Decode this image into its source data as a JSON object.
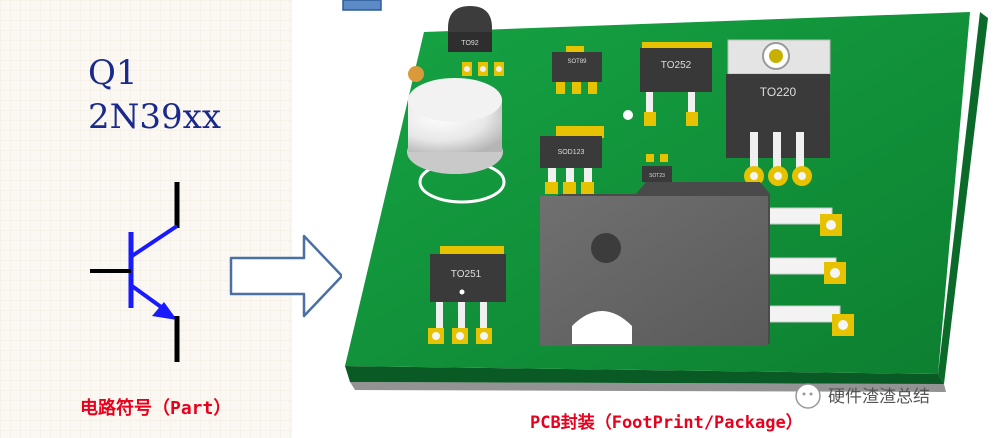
{
  "symbol": {
    "designator": "Q1",
    "part_number": "2N39xx",
    "caption": "电路符号（Part）"
  },
  "pcb": {
    "caption": "PCB封装（FootPrint/Package）",
    "packages": {
      "to92": "TO92",
      "sot89": "SOT89",
      "to252_small": "TO252",
      "to220": "TO220",
      "sot23": "SOT23",
      "sod": "SOD123",
      "to251": "TO251"
    }
  },
  "watermark": {
    "text": "硬件渣渣总结"
  },
  "colors": {
    "board": "#12913a",
    "pad": "#e6c200",
    "symbol_text": "#1a2a8c",
    "pin_blue": "#1a1aff",
    "caption": "#e8001c",
    "arrow_stroke": "#4a6fa5"
  }
}
